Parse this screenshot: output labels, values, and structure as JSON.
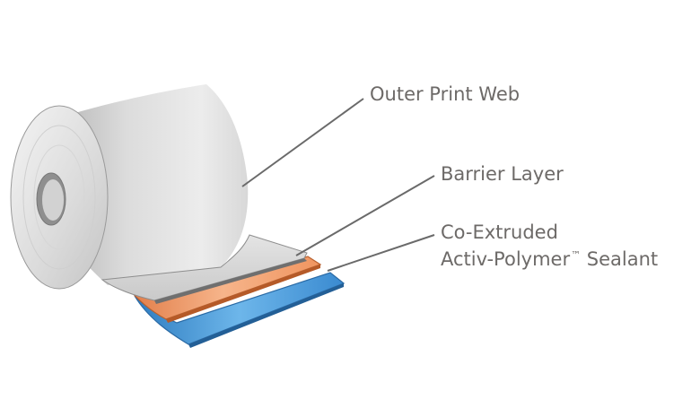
{
  "labels": {
    "outer_print_web": "Outer Print Web",
    "barrier_layer": "Barrier Layer",
    "coextruded_line1": "Co-Extruded",
    "coextruded_line2": "Activ-Polymer",
    "trademark": "™",
    "coextruded_line2_suffix": "Sealant"
  },
  "colors": {
    "background": "#ffffff",
    "label_text": "#6d6a68",
    "leader_line": "#6a6a6a",
    "roll_light": "#f2f2f2",
    "roll_mid": "#cfcfcf",
    "roll_dark": "#a9a9a9",
    "barrier_orange": "#f0a070",
    "sealant_blue": "#3f8fd0"
  }
}
